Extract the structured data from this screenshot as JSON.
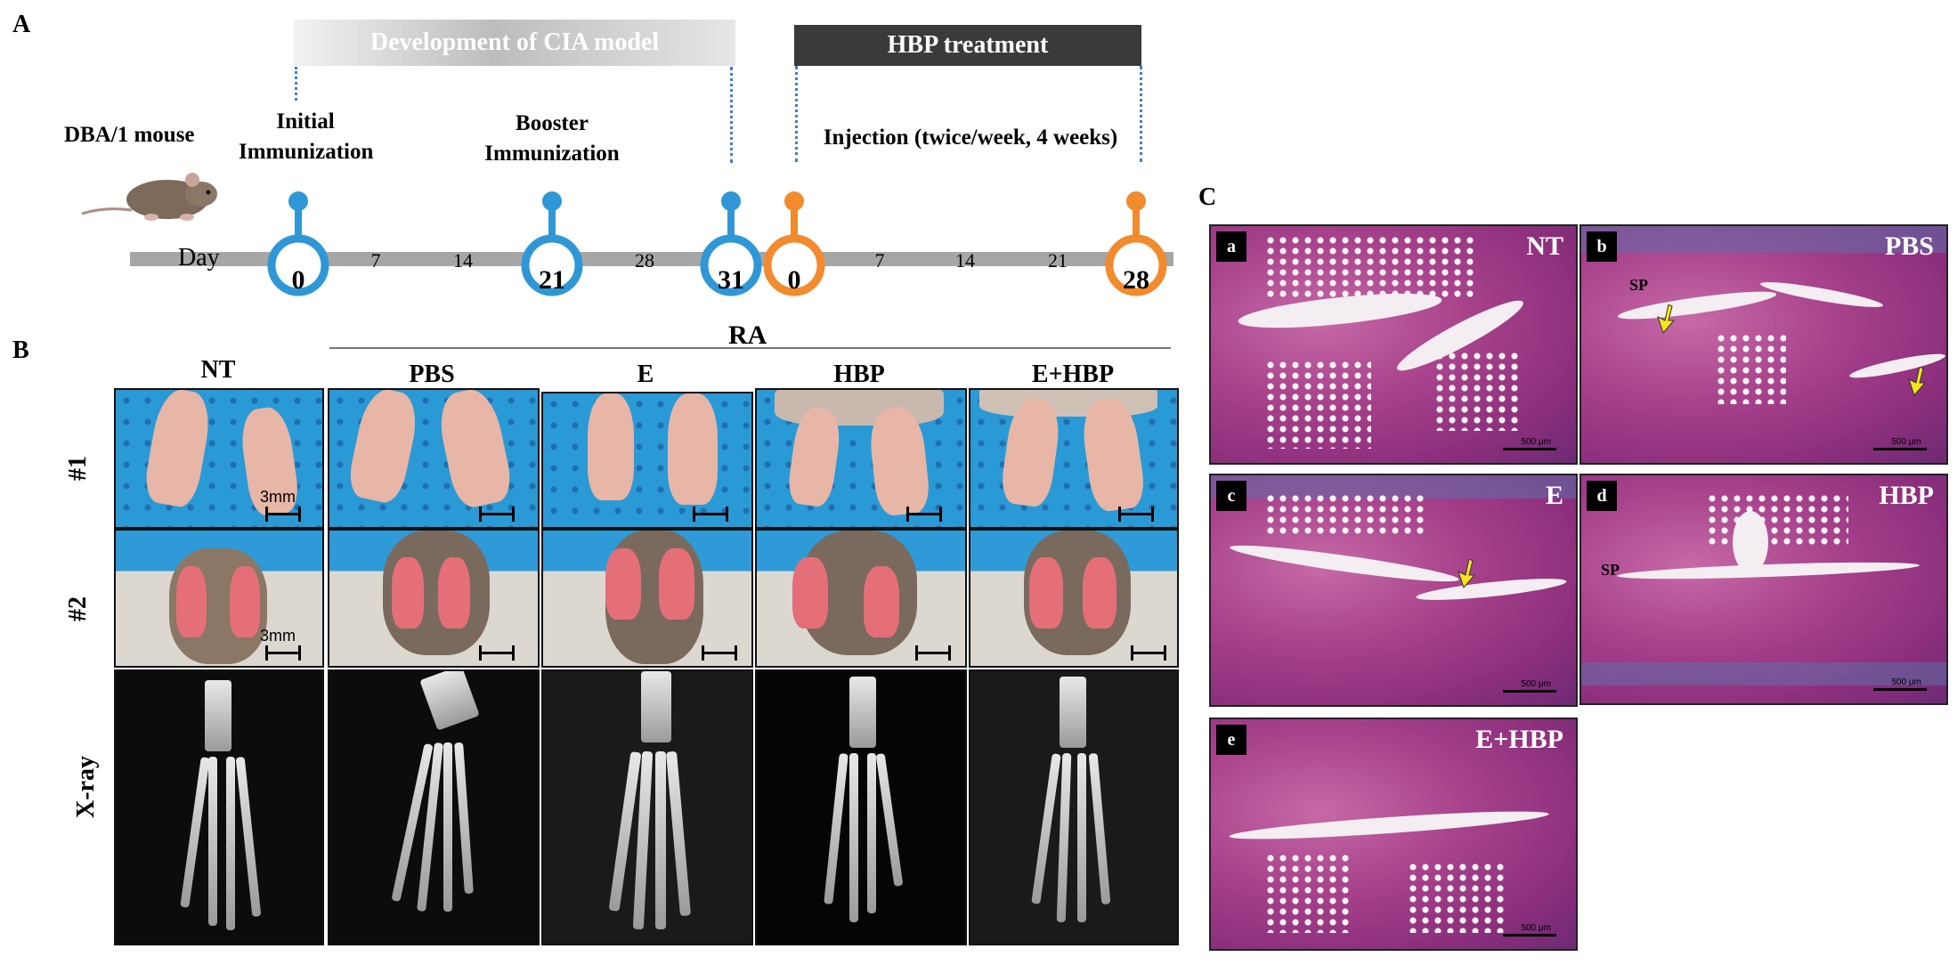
{
  "panel_a": {
    "letter": "A",
    "band_cia": "Development of CIA model",
    "band_hbp": "HBP treatment",
    "mouse_label": "DBA/1 mouse",
    "stage_initial": [
      "Initial",
      "Immunization"
    ],
    "stage_booster": [
      "Booster",
      "Immunization"
    ],
    "stage_injection": "Injection (twice/week, 4 weeks)",
    "day_label": "Day",
    "ticks_cia": [
      "7",
      "14",
      "28"
    ],
    "ticks_hbp": [
      "7",
      "14",
      "21"
    ],
    "markers": [
      {
        "label": "0",
        "color": "#2f97d6"
      },
      {
        "label": "21",
        "color": "#2f97d6"
      },
      {
        "label": "31",
        "color": "#2f97d6"
      },
      {
        "label": "0",
        "color": "#f28a2e"
      },
      {
        "label": "28",
        "color": "#f28a2e"
      }
    ]
  },
  "panel_b": {
    "letter": "B",
    "group_label": "RA",
    "columns": [
      "NT",
      "PBS",
      "E",
      "HBP",
      "E+HBP"
    ],
    "rows": [
      "#1",
      "#2",
      "X-ray"
    ],
    "scale_label": "3mm"
  },
  "panel_c": {
    "letter": "C",
    "panels": [
      {
        "letter": "a",
        "label": "NT"
      },
      {
        "letter": "b",
        "label": "PBS"
      },
      {
        "letter": "c",
        "label": "E"
      },
      {
        "letter": "d",
        "label": "HBP"
      },
      {
        "letter": "e",
        "label": "E+HBP"
      }
    ],
    "sp_label": "SP",
    "scale_label": "500 μm"
  }
}
